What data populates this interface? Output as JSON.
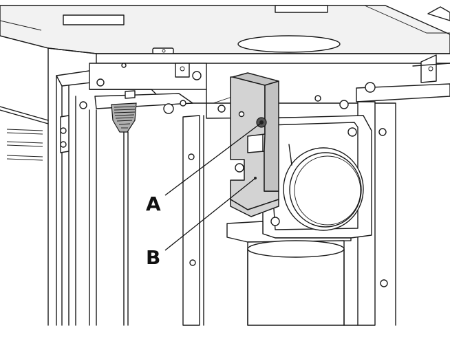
{
  "callouts": [
    {
      "id": "A",
      "label": "A"
    },
    {
      "id": "B",
      "label": "B"
    }
  ],
  "colors": {
    "line": "#1a1a1a",
    "bracket_fill": "#d3d3d3",
    "panel_fill": "#f2f2f2",
    "background": "#ffffff"
  }
}
